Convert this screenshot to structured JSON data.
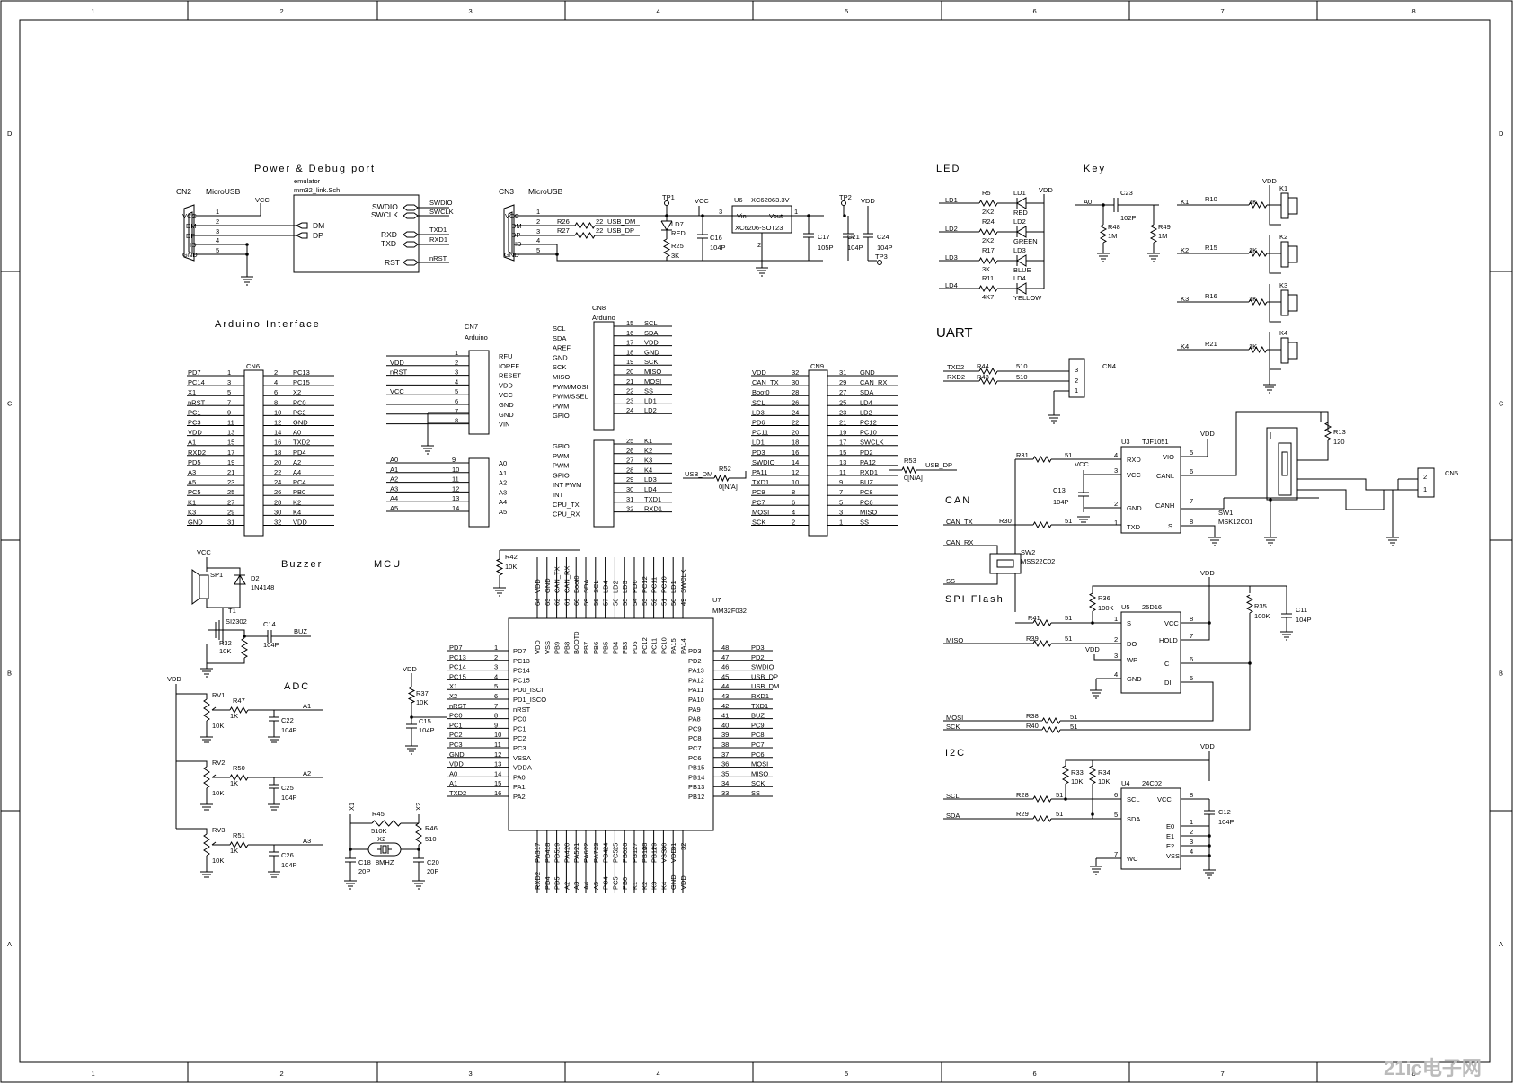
{
  "frame": {
    "columns": [
      "1",
      "2",
      "3",
      "4",
      "5",
      "6",
      "7",
      "8"
    ],
    "rows": [
      "D",
      "C",
      "B",
      "A"
    ]
  },
  "sections": {
    "power_debug": "Power & Debug port",
    "arduino": "Arduino Interface",
    "led": "LED",
    "key": "Key",
    "uart": "UART",
    "can": "CAN",
    "spi_flash": "SPI Flash",
    "i2c": "I2C",
    "buzzer": "Buzzer",
    "mcu": "MCU",
    "adc": "ADC"
  },
  "cn2": {
    "ref": "CN2",
    "type": "MicroUSB",
    "pins": [
      {
        "name": "VCC",
        "num": "1"
      },
      {
        "name": "DM",
        "num": "2"
      },
      {
        "name": "DP",
        "num": "3"
      },
      {
        "name": "ID",
        "num": "4"
      },
      {
        "name": "GND",
        "num": "5"
      }
    ],
    "net_vcc": "VCC"
  },
  "emulator": {
    "title": "emulator",
    "file": "mm32_link.Sch",
    "left_pins": [
      "DM",
      "DP"
    ],
    "right_pins": [
      "SWDIO",
      "SWCLK",
      "RXD",
      "TXD",
      "RST"
    ],
    "nets": [
      "SWDIO",
      "SWCLK",
      "TXD1",
      "RXD1",
      "nRST"
    ]
  },
  "cn3": {
    "ref": "CN3",
    "type": "MicroUSB",
    "pins": [
      "VCC",
      "DM",
      "DP",
      "ID",
      "GND"
    ],
    "nums": [
      "1",
      "2",
      "3",
      "4",
      "5"
    ],
    "r26": "R26",
    "r27": "R27",
    "r26v": "22",
    "r27v": "22",
    "usb_dm": "USB_DM",
    "usb_dp": "USB_DP"
  },
  "power": {
    "tp1": "TP1",
    "tp2": "TP2",
    "tp3": "TP3",
    "ld7": "LD7",
    "ld7c": "RED",
    "r25": "R25",
    "r25v": "3K",
    "vcc": "VCC",
    "vdd": "VDD",
    "c16": "C16",
    "c16v": "104P",
    "u6": "U6",
    "u6v": "XC62063.3V",
    "u6pkg": "XC6206-SOT23",
    "vin": "Vin",
    "vout": "Vout",
    "p3": "3",
    "p1": "1",
    "p2": "2",
    "c17": "C17",
    "c17v": "105P",
    "c21": "C21",
    "c21v": "104P",
    "c24": "C24",
    "c24v": "104P"
  },
  "led": {
    "items": [
      {
        "net": "LD1",
        "r": "R5",
        "rv": "2K2",
        "ld": "LD1",
        "color": "RED"
      },
      {
        "net": "LD2",
        "r": "R24",
        "rv": "2K2",
        "ld": "LD2",
        "color": "GREEN"
      },
      {
        "net": "LD3",
        "r": "R17",
        "rv": "3K",
        "ld": "LD3",
        "color": "BLUE"
      },
      {
        "net": "LD4",
        "r": "R11",
        "rv": "4K7",
        "ld": "LD4",
        "color": "YELLOW"
      }
    ],
    "vdd": "VDD"
  },
  "key": {
    "a0": "A0",
    "c23": "C23",
    "c23v": "102P",
    "r48": "R48",
    "r48v": "1M",
    "r49": "R49",
    "r49v": "1M",
    "vdd": "VDD",
    "items": [
      {
        "net": "K1",
        "r": "R10",
        "rv": "1K",
        "sw": "K1"
      },
      {
        "net": "K2",
        "r": "R15",
        "rv": "1K",
        "sw": "K2"
      },
      {
        "net": "K3",
        "r": "R16",
        "rv": "1K",
        "sw": "K3"
      },
      {
        "net": "K4",
        "r": "R21",
        "rv": "1K",
        "sw": "K4"
      }
    ]
  },
  "uart": {
    "nets": [
      "TXD2",
      "RXD2"
    ],
    "r": [
      "R44",
      "R43"
    ],
    "rv": [
      "510",
      "510"
    ],
    "cn4": "CN4",
    "pins": [
      "3",
      "2",
      "1"
    ]
  },
  "can": {
    "r31": "R31",
    "r31v": "51",
    "r30": "R30",
    "r30v": "51",
    "vcc": "VCC",
    "c13": "C13",
    "c13v": "104P",
    "nets": [
      "CAN_TX",
      "CAN_RX",
      "SS"
    ],
    "u3": "U3",
    "u3v": "TJF1051",
    "left": [
      {
        "n": "4",
        "p": "RXD"
      },
      {
        "n": "3",
        "p": "VCC"
      },
      {
        "n": "2",
        "p": "GND"
      },
      {
        "n": "1",
        "p": "TXD"
      }
    ],
    "right": [
      {
        "n": "5",
        "p": "VIO"
      },
      {
        "n": "6",
        "p": "CANL"
      },
      {
        "n": "7",
        "p": "CANH"
      },
      {
        "n": "8",
        "p": "S"
      }
    ],
    "vdd": "VDD",
    "r13": "R13",
    "r13v": "120",
    "sw1": "SW1",
    "sw1v": "MSK12C01",
    "cn5": "CN5",
    "cn5p": [
      "2",
      "1"
    ],
    "sw2": "SW2",
    "sw2v": "MSS22C02"
  },
  "spi": {
    "vdd": "VDD",
    "r36": "R36",
    "r36v": "100K",
    "r35": "R35",
    "r35v": "100K",
    "c11": "C11",
    "c11v": "104P",
    "r41": "R41",
    "r41v": "51",
    "r39": "R39",
    "r39v": "51",
    "r38": "R38",
    "r38v": "51",
    "r40": "R40",
    "r40v": "51",
    "miso": "MISO",
    "mosi": "MOSI",
    "sck": "SCK",
    "u5": "U5",
    "u5v": "25D16",
    "left": [
      {
        "n": "1",
        "p": "S"
      },
      {
        "n": "2",
        "p": "DO"
      },
      {
        "n": "3",
        "p": "WP"
      },
      {
        "n": "4",
        "p": "GND"
      }
    ],
    "right": [
      {
        "n": "8",
        "p": "VCC"
      },
      {
        "n": "7",
        "p": "HOLD"
      },
      {
        "n": "6",
        "p": "C"
      },
      {
        "n": "5",
        "p": "DI"
      }
    ]
  },
  "i2c": {
    "vdd": "VDD",
    "r33": "R33",
    "r33v": "10K",
    "r34": "R34",
    "r34v": "10K",
    "r28": "R28",
    "r28v": "51",
    "r29": "R29",
    "r29v": "51",
    "scl": "SCL",
    "sda": "SDA",
    "u4": "U4",
    "u4v": "24C02",
    "left": [
      {
        "n": "6",
        "p": "SCL"
      },
      {
        "n": "5",
        "p": "SDA"
      },
      {
        "n": "7",
        "p": "WC"
      }
    ],
    "right": [
      {
        "n": "8",
        "p": "VCC"
      },
      {
        "n": "1",
        "p": "E0"
      },
      {
        "n": "2",
        "p": "E1"
      },
      {
        "n": "3",
        "p": "E2"
      },
      {
        "n": "4",
        "p": "VSS"
      }
    ],
    "c12": "C12",
    "c12v": "104P"
  },
  "cn6": {
    "ref": "CN6",
    "rows": [
      [
        "PD7",
        "1",
        "2",
        "PC13"
      ],
      [
        "PC14",
        "3",
        "4",
        "PC15"
      ],
      [
        "X1",
        "5",
        "6",
        "X2"
      ],
      [
        "nRST",
        "7",
        "8",
        "PC0"
      ],
      [
        "PC1",
        "9",
        "10",
        "PC2"
      ],
      [
        "PC3",
        "11",
        "12",
        "GND"
      ],
      [
        "VDD",
        "13",
        "14",
        "A0"
      ],
      [
        "A1",
        "15",
        "16",
        "TXD2"
      ],
      [
        "RXD2",
        "17",
        "18",
        "PD4"
      ],
      [
        "PD5",
        "19",
        "20",
        "A2"
      ],
      [
        "A3",
        "21",
        "22",
        "A4"
      ],
      [
        "A5",
        "23",
        "24",
        "PC4"
      ],
      [
        "PC5",
        "25",
        "26",
        "PB0"
      ],
      [
        "K1",
        "27",
        "28",
        "K2"
      ],
      [
        "K3",
        "29",
        "30",
        "K4"
      ],
      [
        "GND",
        "31",
        "32",
        "VDD"
      ]
    ]
  },
  "cn7": {
    "ref": "CN7",
    "sub": "Arduino",
    "top": [
      {
        "net": "",
        "n": "1",
        "lab": "RFU"
      },
      {
        "net": "VDD",
        "n": "2",
        "lab": "IOREF"
      },
      {
        "net": "nRST",
        "n": "3",
        "lab": "RESET"
      },
      {
        "net": "",
        "n": "4",
        "lab": "VDD"
      },
      {
        "net": "VCC",
        "n": "5",
        "lab": "VCC"
      },
      {
        "net": "",
        "n": "6",
        "lab": "GND"
      },
      {
        "net": "",
        "n": "7",
        "lab": "GND"
      },
      {
        "net": "",
        "n": "8",
        "lab": "VIN"
      }
    ],
    "bottom": [
      {
        "net": "A0",
        "n": "9",
        "lab": "A0"
      },
      {
        "net": "A1",
        "n": "10",
        "lab": "A1"
      },
      {
        "net": "A2",
        "n": "11",
        "lab": "A2"
      },
      {
        "net": "A3",
        "n": "12",
        "lab": "A3"
      },
      {
        "net": "A4",
        "n": "13",
        "lab": "A4"
      },
      {
        "net": "A5",
        "n": "14",
        "lab": "A5"
      }
    ]
  },
  "cn8": {
    "ref": "CN8",
    "sub": "Arduino",
    "top": [
      {
        "lab": "SCL",
        "n": "15",
        "net": "SCL"
      },
      {
        "lab": "SDA",
        "n": "16",
        "net": "SDA"
      },
      {
        "lab": "AREF",
        "n": "17",
        "net": "VDD"
      },
      {
        "lab": "GND",
        "n": "18",
        "net": "GND"
      },
      {
        "lab": "SCK",
        "n": "19",
        "net": "SCK"
      },
      {
        "lab": "MISO",
        "n": "20",
        "net": "MISO"
      },
      {
        "lab": "PWM/MOSI",
        "n": "21",
        "net": "MOSI"
      },
      {
        "lab": "PWM/SSEL",
        "n": "22",
        "net": "SS"
      },
      {
        "lab": "PWM",
        "n": "23",
        "net": "LD1"
      },
      {
        "lab": "GPIO",
        "n": "24",
        "net": "LD2"
      }
    ],
    "bottom": [
      {
        "lab": "GPIO",
        "n": "25",
        "net": "K1"
      },
      {
        "lab": "PWM",
        "n": "26",
        "net": "K2"
      },
      {
        "lab": "PWM",
        "n": "27",
        "net": "K3"
      },
      {
        "lab": "GPIO",
        "n": "28",
        "net": "K4"
      },
      {
        "lab": "INT PWM",
        "n": "29",
        "net": "LD3"
      },
      {
        "lab": "INT",
        "n": "30",
        "net": "LD4"
      },
      {
        "lab": "CPU_TX",
        "n": "31",
        "net": "TXD1"
      },
      {
        "lab": "CPU_RX",
        "n": "32",
        "net": "RXD1"
      }
    ]
  },
  "cn9": {
    "ref": "CN9",
    "rows": [
      [
        "VDD",
        "32",
        "31",
        "GND"
      ],
      [
        "CAN_TX",
        "30",
        "29",
        "CAN_RX"
      ],
      [
        "Boot0",
        "28",
        "27",
        "SDA"
      ],
      [
        "SCL",
        "26",
        "25",
        "LD4"
      ],
      [
        "LD3",
        "24",
        "23",
        "LD2"
      ],
      [
        "PD6",
        "22",
        "21",
        "PC12"
      ],
      [
        "PC11",
        "20",
        "19",
        "PC10"
      ],
      [
        "LD1",
        "18",
        "17",
        "SWCLK"
      ],
      [
        "PD3",
        "16",
        "15",
        "PD2"
      ],
      [
        "SWDIO",
        "14",
        "13",
        "PA12"
      ],
      [
        "PA11",
        "12",
        "11",
        "RXD1"
      ],
      [
        "TXD1",
        "10",
        "9",
        "BUZ"
      ],
      [
        "PC9",
        "8",
        "7",
        "PC8"
      ],
      [
        "PC7",
        "6",
        "5",
        "PC6"
      ],
      [
        "MOSI",
        "4",
        "3",
        "MISO"
      ],
      [
        "SCK",
        "2",
        "1",
        "SS"
      ]
    ],
    "r52": "R52",
    "r52v": "0[N/A]",
    "usb_dm": "USB_DM",
    "r53": "R53",
    "r53v": "0[N/A]",
    "usb_dp": "USB_DP"
  },
  "buzzer": {
    "vcc": "VCC",
    "sp1": "SP1",
    "d2": "D2",
    "d2v": "1N4148",
    "t1": "T1",
    "t1v": "SI2302",
    "c14": "C14",
    "c14v": "104P",
    "r32": "R32",
    "r32v": "10K",
    "buz": "BUZ"
  },
  "adc": {
    "vdd": "VDD",
    "items": [
      {
        "rv": "RV1",
        "rvv": "10K",
        "r": "R47",
        "rval": "1K",
        "c": "C22",
        "cv": "104P",
        "net": "A1"
      },
      {
        "rv": "RV2",
        "rvv": "10K",
        "r": "R50",
        "rval": "1K",
        "c": "C25",
        "cv": "104P",
        "net": "A2"
      },
      {
        "rv": "RV3",
        "rvv": "10K",
        "r": "R51",
        "rval": "1K",
        "c": "C26",
        "cv": "104P",
        "net": "A3"
      }
    ]
  },
  "mcu": {
    "r42": "R42",
    "r42v": "10K",
    "r37": "R37",
    "r37v": "10K",
    "c15": "C15",
    "c15v": "104P",
    "vdd": "VDD",
    "xtal": {
      "x1": "X1",
      "x2": "X2",
      "r45": "R45",
      "r45v": "510K",
      "xt": "X2",
      "xtv": "8MHZ",
      "r46": "R46",
      "r46v": "510",
      "c18": "C18",
      "c18v": "20P",
      "c20": "C20",
      "c20v": "20P"
    },
    "u7": "U7",
    "u7v": "MM32F032",
    "left": [
      {
        "net": "PD7",
        "n": "1",
        "p": "PD7"
      },
      {
        "net": "PC13",
        "n": "2",
        "p": "PC13"
      },
      {
        "net": "PC14",
        "n": "3",
        "p": "PC14"
      },
      {
        "net": "PC15",
        "n": "4",
        "p": "PC15"
      },
      {
        "net": "X1",
        "n": "5",
        "p": "PD0_ISCI"
      },
      {
        "net": "X2",
        "n": "6",
        "p": "PD1_ISCO"
      },
      {
        "net": "nRST",
        "n": "7",
        "p": "nRST"
      },
      {
        "net": "PC0",
        "n": "8",
        "p": "PC0"
      },
      {
        "net": "PC1",
        "n": "9",
        "p": "PC1"
      },
      {
        "net": "PC2",
        "n": "10",
        "p": "PC2"
      },
      {
        "net": "PC3",
        "n": "11",
        "p": "PC3"
      },
      {
        "net": "GND",
        "n": "12",
        "p": "VSSA"
      },
      {
        "net": "VDD",
        "n": "13",
        "p": "VDDA"
      },
      {
        "net": "A0",
        "n": "14",
        "p": "PA0"
      },
      {
        "net": "A1",
        "n": "15",
        "p": "PA1"
      },
      {
        "net": "TXD2",
        "n": "16",
        "p": "PA2"
      }
    ],
    "right": [
      {
        "net": "PD3",
        "n": "48",
        "p": "PD3"
      },
      {
        "net": "PD2",
        "n": "47",
        "p": "PD2"
      },
      {
        "net": "SWDIO",
        "n": "46",
        "p": "PA13"
      },
      {
        "net": "USB_DP",
        "n": "45",
        "p": "PA12"
      },
      {
        "net": "USB_DM",
        "n": "44",
        "p": "PA11"
      },
      {
        "net": "RXD1",
        "n": "43",
        "p": "PA10"
      },
      {
        "net": "TXD1",
        "n": "42",
        "p": "PA9"
      },
      {
        "net": "BUZ",
        "n": "41",
        "p": "PA8"
      },
      {
        "net": "PC9",
        "n": "40",
        "p": "PC9"
      },
      {
        "net": "PC8",
        "n": "39",
        "p": "PC8"
      },
      {
        "net": "PC7",
        "n": "38",
        "p": "PC7"
      },
      {
        "net": "PC6",
        "n": "37",
        "p": "PC6"
      },
      {
        "net": "MOSI",
        "n": "36",
        "p": "PB15"
      },
      {
        "net": "MISO",
        "n": "35",
        "p": "PB14"
      },
      {
        "net": "SCK",
        "n": "34",
        "p": "PB13"
      },
      {
        "net": "SS",
        "n": "33",
        "p": "PB12"
      }
    ],
    "top": [
      {
        "net": "VDD",
        "n": "64",
        "p": "VDD"
      },
      {
        "net": "GND",
        "n": "63",
        "p": "VSS"
      },
      {
        "net": "CAN_TX",
        "n": "62",
        "p": "PB9"
      },
      {
        "net": "CAN_RX",
        "n": "61",
        "p": "PB8"
      },
      {
        "net": "Boot0",
        "n": "60",
        "p": "BOOT0"
      },
      {
        "net": "SDA",
        "n": "59",
        "p": "PB7"
      },
      {
        "net": "SCL",
        "n": "58",
        "p": "PB6"
      },
      {
        "net": "LD4",
        "n": "57",
        "p": "PB5"
      },
      {
        "net": "LD2",
        "n": "56",
        "p": "PB4"
      },
      {
        "net": "LD3",
        "n": "55",
        "p": "PB3"
      },
      {
        "net": "PD6",
        "n": "54",
        "p": "PD6"
      },
      {
        "net": "PC12",
        "n": "53",
        "p": "PC12"
      },
      {
        "net": "PC11",
        "n": "52",
        "p": "PC11"
      },
      {
        "net": "PC10",
        "n": "51",
        "p": "PC10"
      },
      {
        "net": "LD1",
        "n": "50",
        "p": "PA15"
      },
      {
        "net": "SWCLK",
        "n": "49",
        "p": "PA14"
      }
    ],
    "bottom": [
      {
        "net": "RXD2",
        "n": "17",
        "p": "PA3"
      },
      {
        "net": "PD4",
        "n": "18",
        "p": "PD4"
      },
      {
        "net": "PD5",
        "n": "19",
        "p": "PD5"
      },
      {
        "net": "A2",
        "n": "20",
        "p": "PA4"
      },
      {
        "net": "A3",
        "n": "21",
        "p": "PA5"
      },
      {
        "net": "A4",
        "n": "22",
        "p": "PA6"
      },
      {
        "net": "A5",
        "n": "23",
        "p": "PA7"
      },
      {
        "net": "PC4",
        "n": "24",
        "p": "PC4"
      },
      {
        "net": "PC5",
        "n": "25",
        "p": "PC5"
      },
      {
        "net": "PB0",
        "n": "26",
        "p": "PB0"
      },
      {
        "net": "K1",
        "n": "27",
        "p": "PB1"
      },
      {
        "net": "K2",
        "n": "28",
        "p": "PB10"
      },
      {
        "net": "K3",
        "n": "29",
        "p": "PB11"
      },
      {
        "net": "K4",
        "n": "30",
        "p": "VSS"
      },
      {
        "net": "GND",
        "n": "31",
        "p": "VDD"
      },
      {
        "net": "VDD",
        "n": "32",
        "p": ""
      }
    ]
  },
  "watermark": "21ic电子网"
}
